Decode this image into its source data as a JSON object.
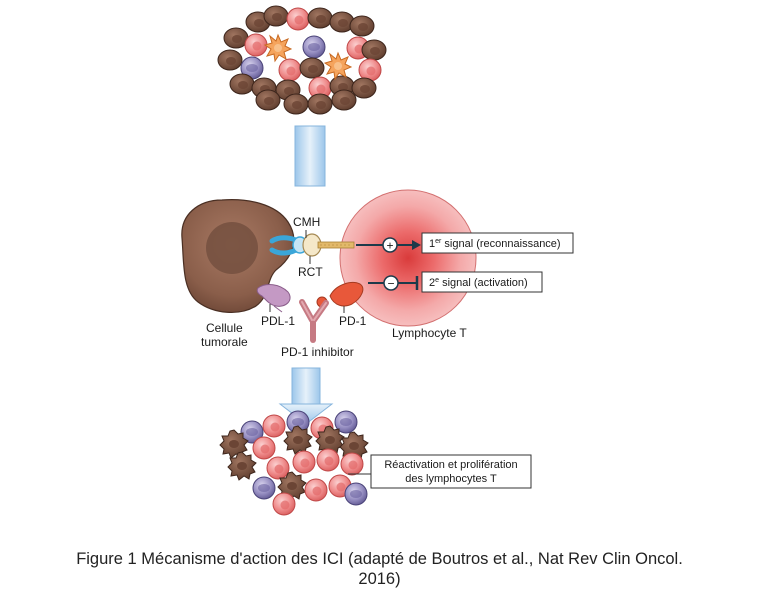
{
  "labels": {
    "cmh": "CMH",
    "rct": "RCT",
    "cell_line1": "Cellule",
    "cell_line2": "tumorale",
    "pdl1": "PDL-1",
    "pd1": "PD-1",
    "inhibitor": "PD-1 inhibitor",
    "lymphocyte": "Lymphocyte T",
    "plus": "+",
    "minus": "−"
  },
  "signal1": {
    "num": "1",
    "sup": "er",
    "text": " signal (reconnaissance)"
  },
  "signal2": {
    "num": "2",
    "sup": "e",
    "text": " signal (activation)"
  },
  "reactivation": {
    "line1": "Réactivation et prolifération",
    "line2": "des lymphocytes T"
  },
  "caption": {
    "line1": "Figure 1 Mécanisme d'action des ICI (adapté de Boutros et al., Nat Rev Clin Oncol.",
    "line2": "2016)"
  },
  "colors": {
    "tumor": "#8a5e4a",
    "tumor_dark": "#5c3a2c",
    "lymph_outer": "#f2b3b3",
    "lymph_inner": "#e0504f",
    "purple": "#8e86b8",
    "arrow_blue": "#bcd8ef",
    "orange": "#f4a25b",
    "pd1_red": "#e8583a",
    "pdl1_purple": "#b98bb8",
    "receptor_blue": "#3aa6d9",
    "signal_dark": "#1d3a4a"
  }
}
